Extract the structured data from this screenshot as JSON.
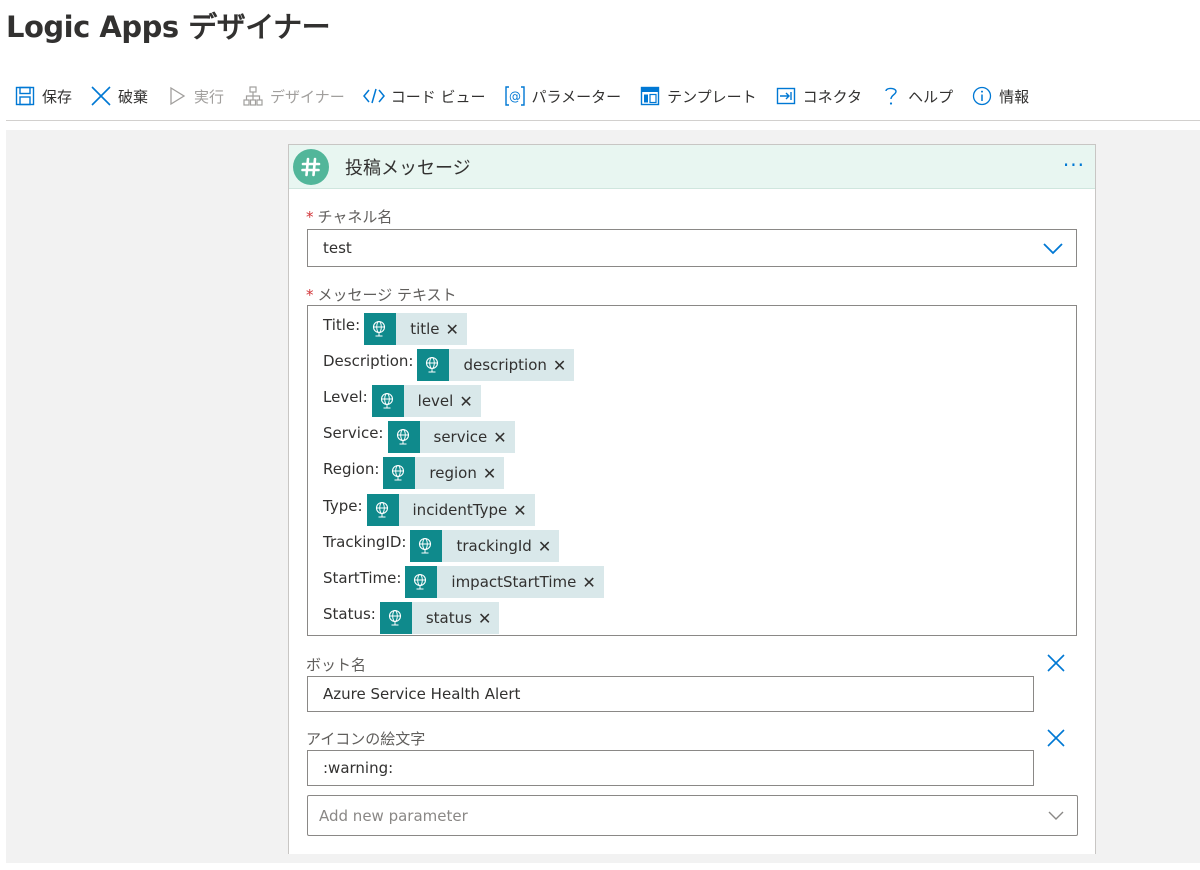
{
  "page_title": "Logic Apps デザイナー",
  "toolbar": {
    "items": [
      {
        "label": "保存",
        "icon": "save-icon",
        "disabled": false
      },
      {
        "label": "破棄",
        "icon": "close-icon",
        "disabled": false
      },
      {
        "label": "実行",
        "icon": "play-icon",
        "disabled": true
      },
      {
        "label": "デザイナー",
        "icon": "designer-icon",
        "disabled": true
      },
      {
        "label": "コード ビュー",
        "icon": "code-icon",
        "disabled": false
      },
      {
        "label": "パラメーター",
        "icon": "parameters-icon",
        "disabled": false
      },
      {
        "label": "テンプレート",
        "icon": "template-icon",
        "disabled": false
      },
      {
        "label": "コネクタ",
        "icon": "connector-icon",
        "disabled": false
      },
      {
        "label": "ヘルプ",
        "icon": "help-icon",
        "disabled": false
      },
      {
        "label": "情報",
        "icon": "info-icon",
        "disabled": false
      }
    ]
  },
  "card": {
    "title": "投稿メッセージ",
    "more": "···",
    "channel": {
      "required_mark": "*",
      "label": "チャネル名",
      "value": "test"
    },
    "message": {
      "required_mark": "*",
      "label": "メッセージ テキスト",
      "lines": [
        {
          "label": "Title:",
          "token": "title"
        },
        {
          "label": "Description:",
          "token": "description"
        },
        {
          "label": "Level:",
          "token": "level"
        },
        {
          "label": "Service:",
          "token": "service"
        },
        {
          "label": "Region:",
          "token": "region"
        },
        {
          "label": "Type:",
          "token": "incidentType"
        },
        {
          "label": "TrackingID:",
          "token": "trackingId"
        },
        {
          "label": "StartTime:",
          "token": "impactStartTime"
        },
        {
          "label": "Status:",
          "token": "status"
        }
      ]
    },
    "bot_name": {
      "label": "ボット名",
      "value": "Azure Service Health Alert"
    },
    "icon_emoji": {
      "label": "アイコンの絵文字",
      "value": ":warning:"
    },
    "add_parameter": {
      "placeholder": "Add new parameter"
    }
  },
  "colors": {
    "accent": "#0078d4",
    "token_icon": "#0f8a8c",
    "token_bg": "#d9e8ea",
    "header_bg": "#e8f6f1",
    "slack_icon_bg": "#52b69a",
    "required": "#d13438"
  }
}
